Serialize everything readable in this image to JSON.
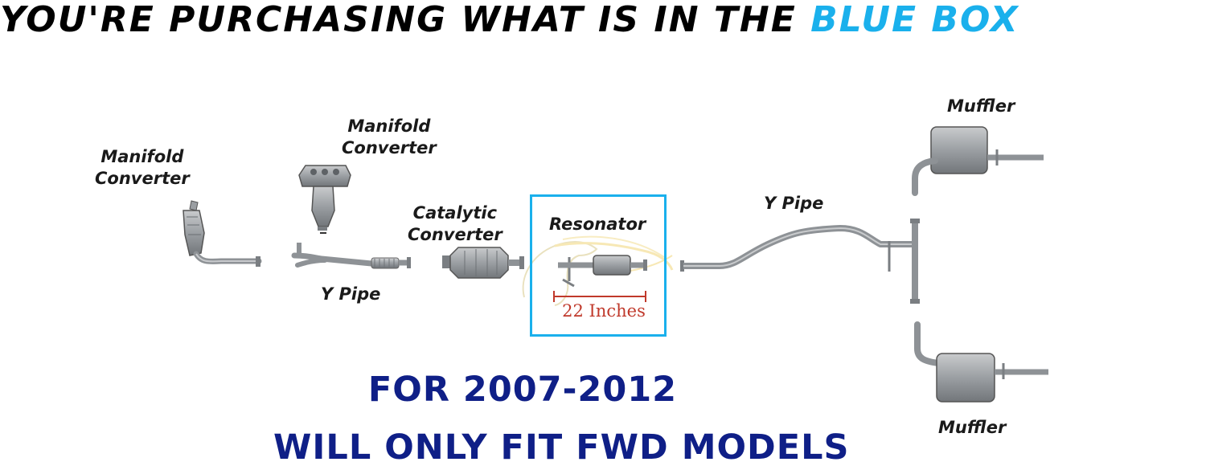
{
  "headline": {
    "text_main": "YOU'RE PURCHASING WHAT IS IN THE ",
    "text_accent": "BLUE BOX",
    "accent_color": "#1ab0ec"
  },
  "labels": {
    "manifold_left_line1": "Manifold",
    "manifold_left_line2": "Converter",
    "manifold_center_line1": "Manifold",
    "manifold_center_line2": "Converter",
    "catalytic_line1": "Catalytic",
    "catalytic_line2": "Converter",
    "resonator": "Resonator",
    "y_pipe_front": "Y Pipe",
    "y_pipe_rear": "Y Pipe",
    "muffler_top": "Muffler",
    "muffler_bottom": "Muffler"
  },
  "measurement": {
    "label": "22 Inches",
    "color": "#c0392b"
  },
  "fitment": {
    "line1": "FOR 2007-2012",
    "line2": "WILL ONLY FIT FWD MODELS",
    "color": "#0f1f87"
  },
  "icons": [
    "manifold-converter-left-icon",
    "manifold-converter-center-icon",
    "front-y-pipe-icon",
    "catalytic-converter-icon",
    "resonator-icon",
    "horse-watermark-icon",
    "rear-y-pipe-icon",
    "muffler-top-icon",
    "muffler-bottom-icon"
  ]
}
